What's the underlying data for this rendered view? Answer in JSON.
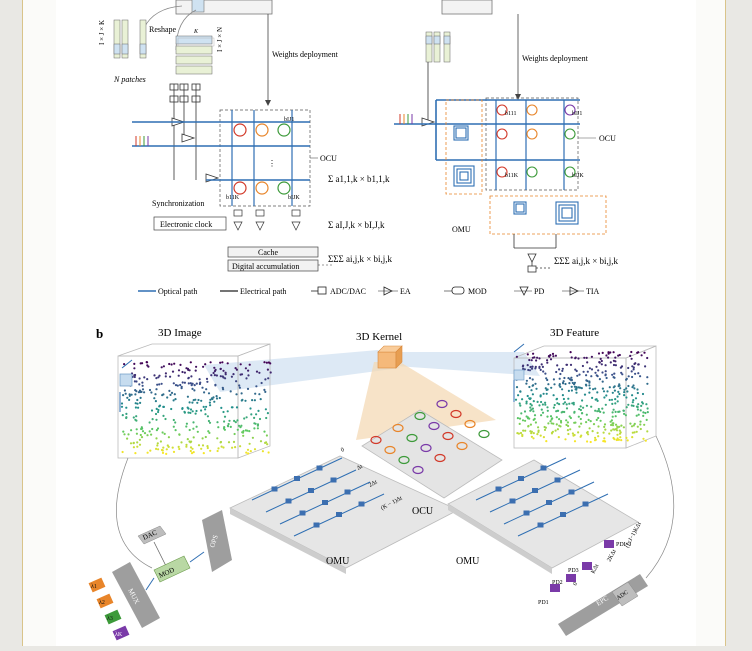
{
  "panel_a": {
    "dims_left": "I × J × K",
    "reshape": "Reshape",
    "k_small": "K",
    "dims_right": "I × J × N",
    "n_patches": "N patches",
    "weights_deploy_left": "Weights deployment",
    "weights_deploy_right": "Weights deployment",
    "ocu_left": "OCU",
    "ocu_right": "OCU",
    "omu": "OMU",
    "sync": "Synchronization",
    "clock": "Electronic clock",
    "cache": "Cache",
    "digital_acc": "Digital accumulation",
    "ring_labels": {
      "b111": "b111",
      "bij1": "bIJ1",
      "b11k": "b11K",
      "bijk": "bIJK"
    },
    "sums_left": [
      "Σ a1,1,k × b1,1,k",
      "Σ aI,J,k × bI,J,k",
      "ΣΣΣ ai,j,k × bi,j,k"
    ],
    "sum_right": "ΣΣΣ ai,j,k × bi,j,k"
  },
  "legend": {
    "optical": "Optical path",
    "electrical": "Electrical path",
    "adc": "ADC/DAC",
    "ea": "EA",
    "mod": "MOD",
    "pd": "PD",
    "tia": "TIA"
  },
  "panel_b": {
    "label": "b",
    "image_title": "3D Image",
    "kernel_title": "3D Kernel",
    "feature_title": "3D Feature",
    "dac": "DAC",
    "mod": "MOD",
    "mux": "MUX",
    "ops_left": "OPS",
    "ocu": "OCU",
    "omu_left": "OMU",
    "omu_right": "OMU",
    "lambdas": [
      "λ1",
      "λ2",
      "λ3",
      "λK"
    ],
    "delays": [
      "0",
      "Δt",
      "2Δt",
      "(K − 1)Δt"
    ],
    "delays_right": [
      "0",
      "KΔt",
      "2KΔt",
      "(I×J−1)KΔt"
    ],
    "pds": [
      "PD1",
      "PD2",
      "PD3",
      "PDI×J"
    ],
    "epc": "EPC",
    "adc": "ADC"
  },
  "colors": {
    "optical": "#2f6fb3",
    "ring_orange": "#e8852a",
    "ring_green": "#3d9a3a",
    "ring_red": "#d23a2a",
    "ring_purple": "#7a3aa8",
    "orange_box": "#e8852a"
  }
}
